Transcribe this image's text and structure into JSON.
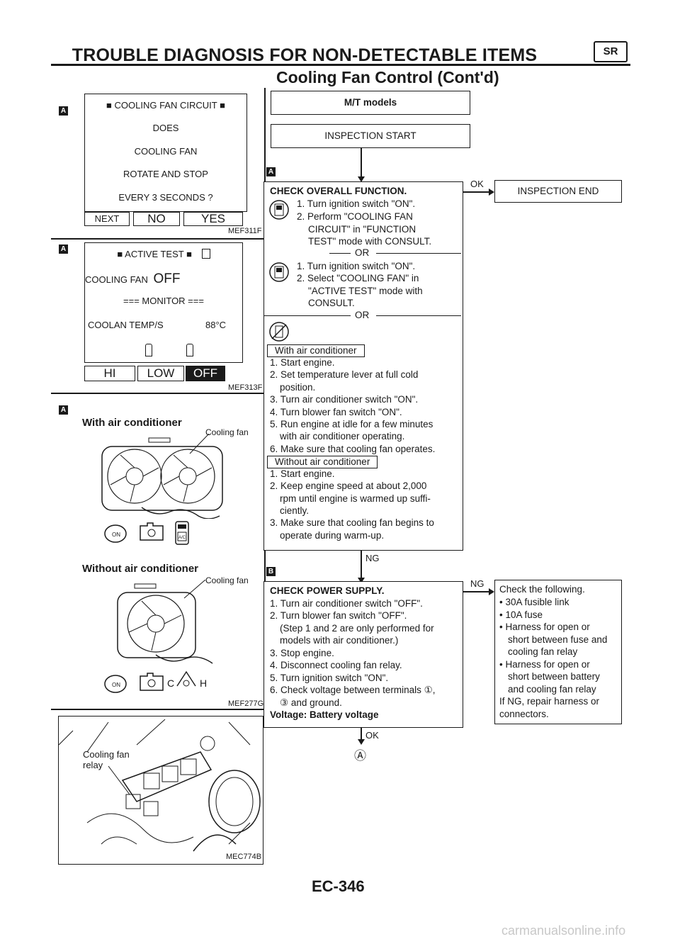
{
  "header": {
    "title": "TROUBLE DIAGNOSIS FOR NON-DETECTABLE ITEMS",
    "subtitle": "Cooling Fan Control (Cont'd)",
    "badge": "SR"
  },
  "left": {
    "panel1": {
      "marker": "A",
      "heading": "COOLING FAN CIRCUIT",
      "lines": [
        "DOES",
        "COOLING FAN",
        "ROTATE AND STOP",
        "EVERY 3 SECONDS ?"
      ],
      "buttons": [
        "NEXT",
        "NO",
        "YES"
      ],
      "code": "MEF311F"
    },
    "panel2": {
      "marker": "A",
      "heading": "ACTIVE TEST",
      "fan_label": "COOLING FAN",
      "fan_state": "OFF",
      "monitor": "=== MONITOR ===",
      "temp_label": "COOLAN TEMP/S",
      "temp_value": "88°C",
      "buttons": [
        "HI",
        "LOW",
        "OFF"
      ],
      "code": "MEF313F"
    },
    "panel3": {
      "marker": "A",
      "with_ac": "With air conditioner",
      "cooling_fan": "Cooling fan",
      "without_ac": "Without air conditioner",
      "cooling_fan2": "Cooling fan",
      "ac_label": "A/C",
      "c_label": "C",
      "h_label": "H",
      "on_label": "ON",
      "code": "MEF277G"
    },
    "panel4": {
      "label": "Cooling fan\nrelay",
      "label_line1": "Cooling fan",
      "label_line2": "relay",
      "code": "MEC774B"
    }
  },
  "flow": {
    "mt_models": "M/T models",
    "inspection_start": "INSPECTION START",
    "marker_a": "A",
    "check_overall": {
      "heading": "CHECK OVERALL FUNCTION.",
      "step_a": [
        "1. Turn ignition switch \"ON\".",
        "2. Perform \"COOLING FAN",
        "CIRCUIT\" in \"FUNCTION",
        "TEST\" mode with CONSULT."
      ],
      "or1": "OR",
      "step_b": [
        "1. Turn ignition switch \"ON\".",
        "2. Select \"COOLING FAN\" in",
        "\"ACTIVE TEST\" mode with",
        "CONSULT."
      ],
      "or2": "OR",
      "with_ac_box": "With air conditioner",
      "with_ac_steps": [
        "1. Start engine.",
        "2. Set temperature lever at full cold",
        "position.",
        "3. Turn air conditioner switch \"ON\".",
        "4. Turn blower fan switch \"ON\".",
        "5. Run engine at idle for a few minutes",
        "with air conditioner operating.",
        "6. Make sure that cooling fan operates."
      ],
      "without_ac_box": "Without air conditioner",
      "without_ac_steps": [
        "1. Start engine.",
        "2. Keep engine speed at about 2,000",
        "rpm until engine is warmed up suffi-",
        "ciently.",
        "3. Make sure that cooling fan begins to",
        "operate during warm-up."
      ]
    },
    "ok_label": "OK",
    "inspection_end": "INSPECTION END",
    "ng_label": "NG",
    "marker_b": "B",
    "check_power": {
      "heading": "CHECK POWER SUPPLY.",
      "steps": [
        "1. Turn air conditioner switch \"OFF\".",
        "2. Turn blower fan switch \"OFF\".",
        "(Step 1 and 2 are only performed for",
        "models with air conditioner.)",
        "3. Stop engine.",
        "4. Disconnect cooling fan relay.",
        "5. Turn ignition switch \"ON\".",
        "6. Check voltage between terminals ①,",
        "③ and ground."
      ],
      "voltage": "Voltage: Battery voltage"
    },
    "ng_label2": "NG",
    "check_following": {
      "heading": "Check the following.",
      "items": [
        "• 30A fusible link",
        "• 10A fuse",
        "• Harness for open or",
        "short between fuse and",
        "cooling fan relay",
        "• Harness for open or",
        "short between battery",
        "and cooling fan relay",
        "If NG, repair harness or",
        "connectors."
      ]
    },
    "ok_label2": "OK",
    "next_ref": "Ⓐ"
  },
  "footer": {
    "page": "EC-346",
    "watermark": "carmanualsonline.info"
  }
}
